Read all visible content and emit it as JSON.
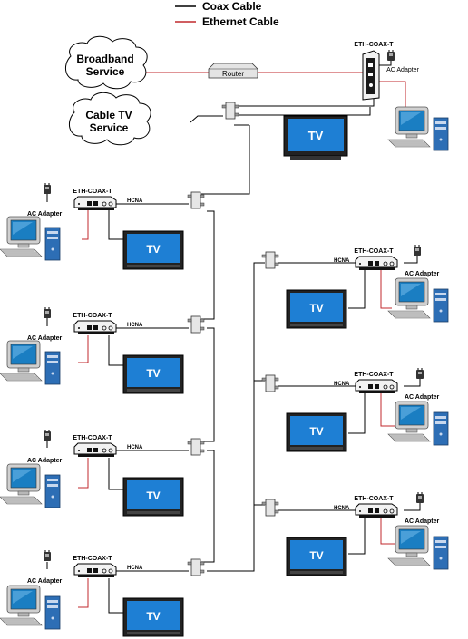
{
  "legend": {
    "coax": {
      "label": "Coax Cable",
      "color": "#000000"
    },
    "ethernet": {
      "label": "Ethernet Cable",
      "color": "#c0282d"
    }
  },
  "clouds": {
    "broadband": [
      "Broadband",
      "Service"
    ],
    "cabletv": [
      "Cable TV",
      "Service"
    ]
  },
  "router_label": "Router",
  "device_label": "ETH-COAX-T",
  "hcna_label": "HCNA",
  "ac_adapter_label": "AC Adapter",
  "tv_label": "TV",
  "colors": {
    "tv_screen": "#1e7fd4",
    "ethernet": "#c0282d",
    "coax": "#000000"
  }
}
